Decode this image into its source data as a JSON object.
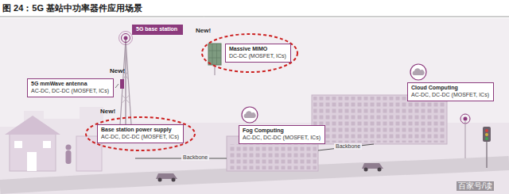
{
  "diagram": {
    "title": "图 24：5G 基站中功率器件应用场景",
    "nodes": [
      {
        "text": [
          "5G base station"
        ]
      },
      {
        "text": [
          "Massive MIMO",
          "DC-DC (MOSFET, ICs)"
        ]
      },
      {
        "text": [
          "5G mmWave antenna",
          "AC-DC, DC-DC (MOSFET, ICs)"
        ]
      },
      {
        "text": [
          "Base station power supply",
          "AC-DC, DC-DC (MOSFET, ICs)"
        ]
      },
      {
        "text": [
          "Fog Computing",
          "AC-DC, DC-DC (MOSFET, ICs)"
        ]
      },
      {
        "text": [
          "Cloud Computing",
          "AC-DC, DC-DC (MOSFET, ICs)"
        ]
      }
    ],
    "labels": [
      "New!",
      "New!",
      "New!",
      "Backbone",
      "Backbone",
      "百家号/读"
    ]
  }
}
